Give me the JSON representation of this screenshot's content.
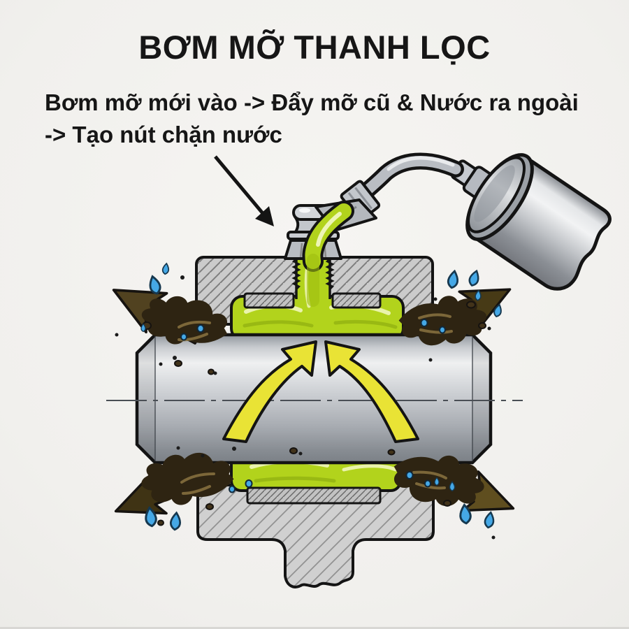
{
  "header": {
    "title": "BƠM MỠ THANH LỌC",
    "subtitle_line1": "Bơm mỡ mới vào -> Đẩy mỡ cũ & Nước ra ngoài",
    "subtitle_line2": "-> Tạo nút chặn nước"
  },
  "diagram": {
    "parts": [
      "annotation-arrow-to-zerk-fitting",
      "grease-gun-barrel",
      "grease-gun-nozzle-tube",
      "nozzle-coupler",
      "zerk-grease-fitting",
      "fresh-grease-stream",
      "upper-bearing-housing-cross-section",
      "lower-bearing-housing-cross-section",
      "shaft",
      "shaft-centerline",
      "fresh-grease-cavity-upper",
      "fresh-grease-cavity-lower",
      "yellow-flow-arrows",
      "old-grease-splash-upper-left",
      "old-grease-splash-upper-right",
      "old-grease-splash-lower-left",
      "old-grease-splash-lower-right",
      "purge-arrows-outward",
      "water-droplets"
    ],
    "colors": {
      "page_bg": "#f3f2ef",
      "page_bottom_edge": "#d8d7d4",
      "text_color": "#161616",
      "fresh_grease_green": "#b2d31c",
      "grease_highlight": "#f3f8c6",
      "grease_shadow": "#7fa00a",
      "flow_arrow_yellow": "#e9e335",
      "old_grease_brown": "#2e2412",
      "old_grease_streak": "#8a7340",
      "purge_arrow_olive": "#5d4c20",
      "water_droplet_blue": "#45a8e6",
      "droplet_outline": "#16384f",
      "metal_gray": "#c3c7cc",
      "housing_gray": "#cbcbcb",
      "outline_black": "#141414"
    }
  }
}
